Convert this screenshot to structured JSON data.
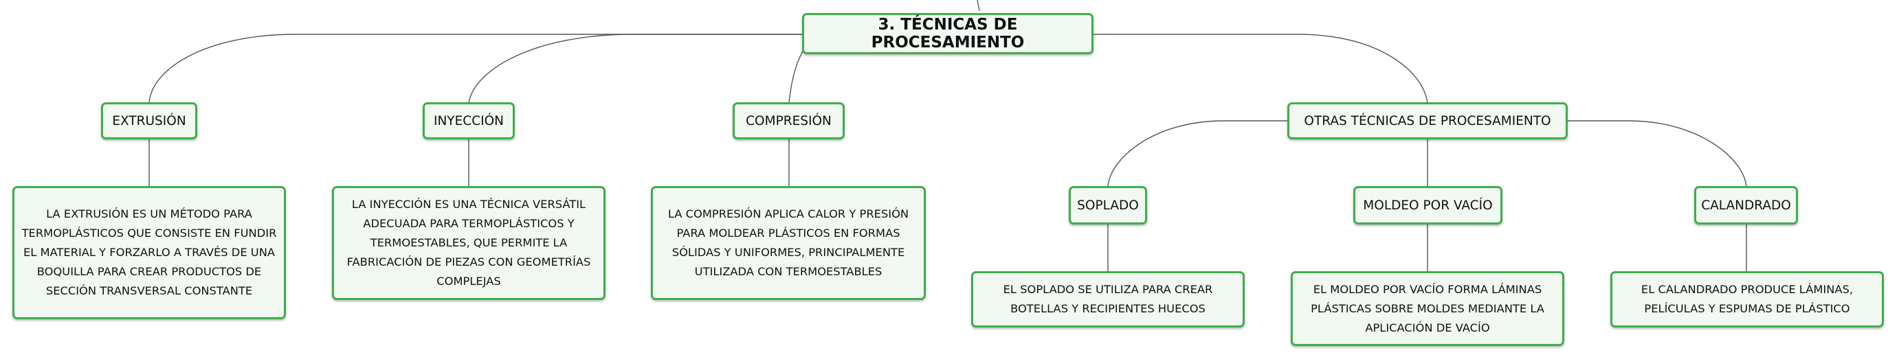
{
  "root": {
    "title": "3. TÉCNICAS DE PROCESAMIENTO"
  },
  "colors": {
    "border": "#3fae4b",
    "fill": "#f1f9f2",
    "line": "#555555"
  },
  "topics": {
    "extrusion": {
      "label": "EXTRUSIÓN",
      "description": "LA EXTRUSIÓN ES UN MÉTODO PARA TERMOPLÁSTICOS QUE CONSISTE EN FUNDIR EL MATERIAL Y FORZARLO A TRAVÉS DE UNA BOQUILLA PARA CREAR PRODUCTOS DE SECCIÓN TRANSVERSAL CONSTANTE"
    },
    "inyeccion": {
      "label": "INYECCIÓN",
      "description": "LA INYECCIÓN ES UNA TÉCNICA VERSÁTIL ADECUADA PARA TERMOPLÁSTICOS Y TERMOESTABLES, QUE PERMITE LA FABRICACIÓN DE PIEZAS CON GEOMETRÍAS COMPLEJAS"
    },
    "compresion": {
      "label": "COMPRESIÓN",
      "description": "LA COMPRESIÓN APLICA CALOR Y PRESIÓN PARA MOLDEAR PLÁSTICOS EN FORMAS SÓLIDAS Y UNIFORMES, PRINCIPALMENTE UTILIZADA CON TERMOESTABLES"
    },
    "otras": {
      "label": "OTRAS TÉCNICAS DE PROCESAMIENTO",
      "children": {
        "soplado": {
          "label": "SOPLADO",
          "description": "EL SOPLADO SE UTILIZA PARA CREAR BOTELLAS Y RECIPIENTES HUECOS"
        },
        "moldeo": {
          "label": "MOLDEO POR VACÍO",
          "description": "EL MOLDEO POR VACÍO FORMA LÁMINAS PLÁSTICAS SOBRE MOLDES MEDIANTE LA APLICACIÓN DE VACÍO"
        },
        "calandrado": {
          "label": "CALANDRADO",
          "description": "EL CALANDRADO PRODUCE LÁMINAS, PELÍCULAS Y ESPUMAS DE PLÁSTICO"
        }
      }
    }
  }
}
